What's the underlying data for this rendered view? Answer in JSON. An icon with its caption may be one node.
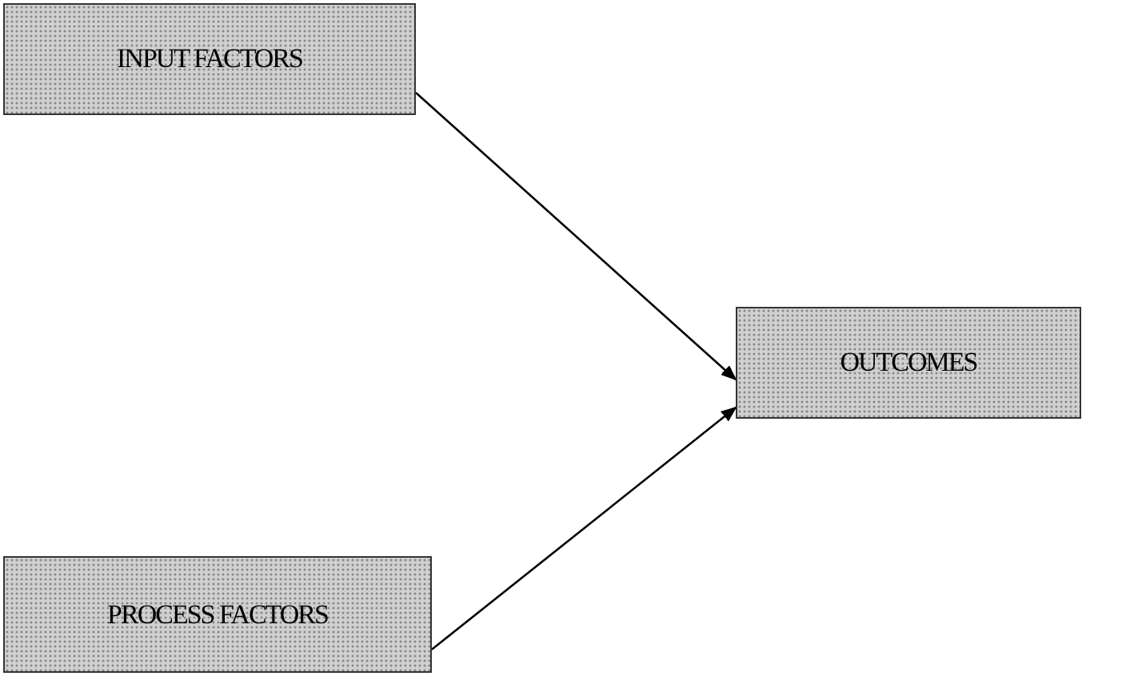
{
  "diagram": {
    "nodes": [
      {
        "text": [
          "INPUT FACTORS"
        ]
      },
      {
        "text": [
          "OUTCOMES"
        ]
      },
      {
        "text": [
          "PROCESS FACTORS"
        ]
      }
    ],
    "edges": [
      {
        "from": 0,
        "to": 1,
        "arrow": "to"
      },
      {
        "from": 2,
        "to": 1,
        "arrow": "to"
      }
    ]
  }
}
